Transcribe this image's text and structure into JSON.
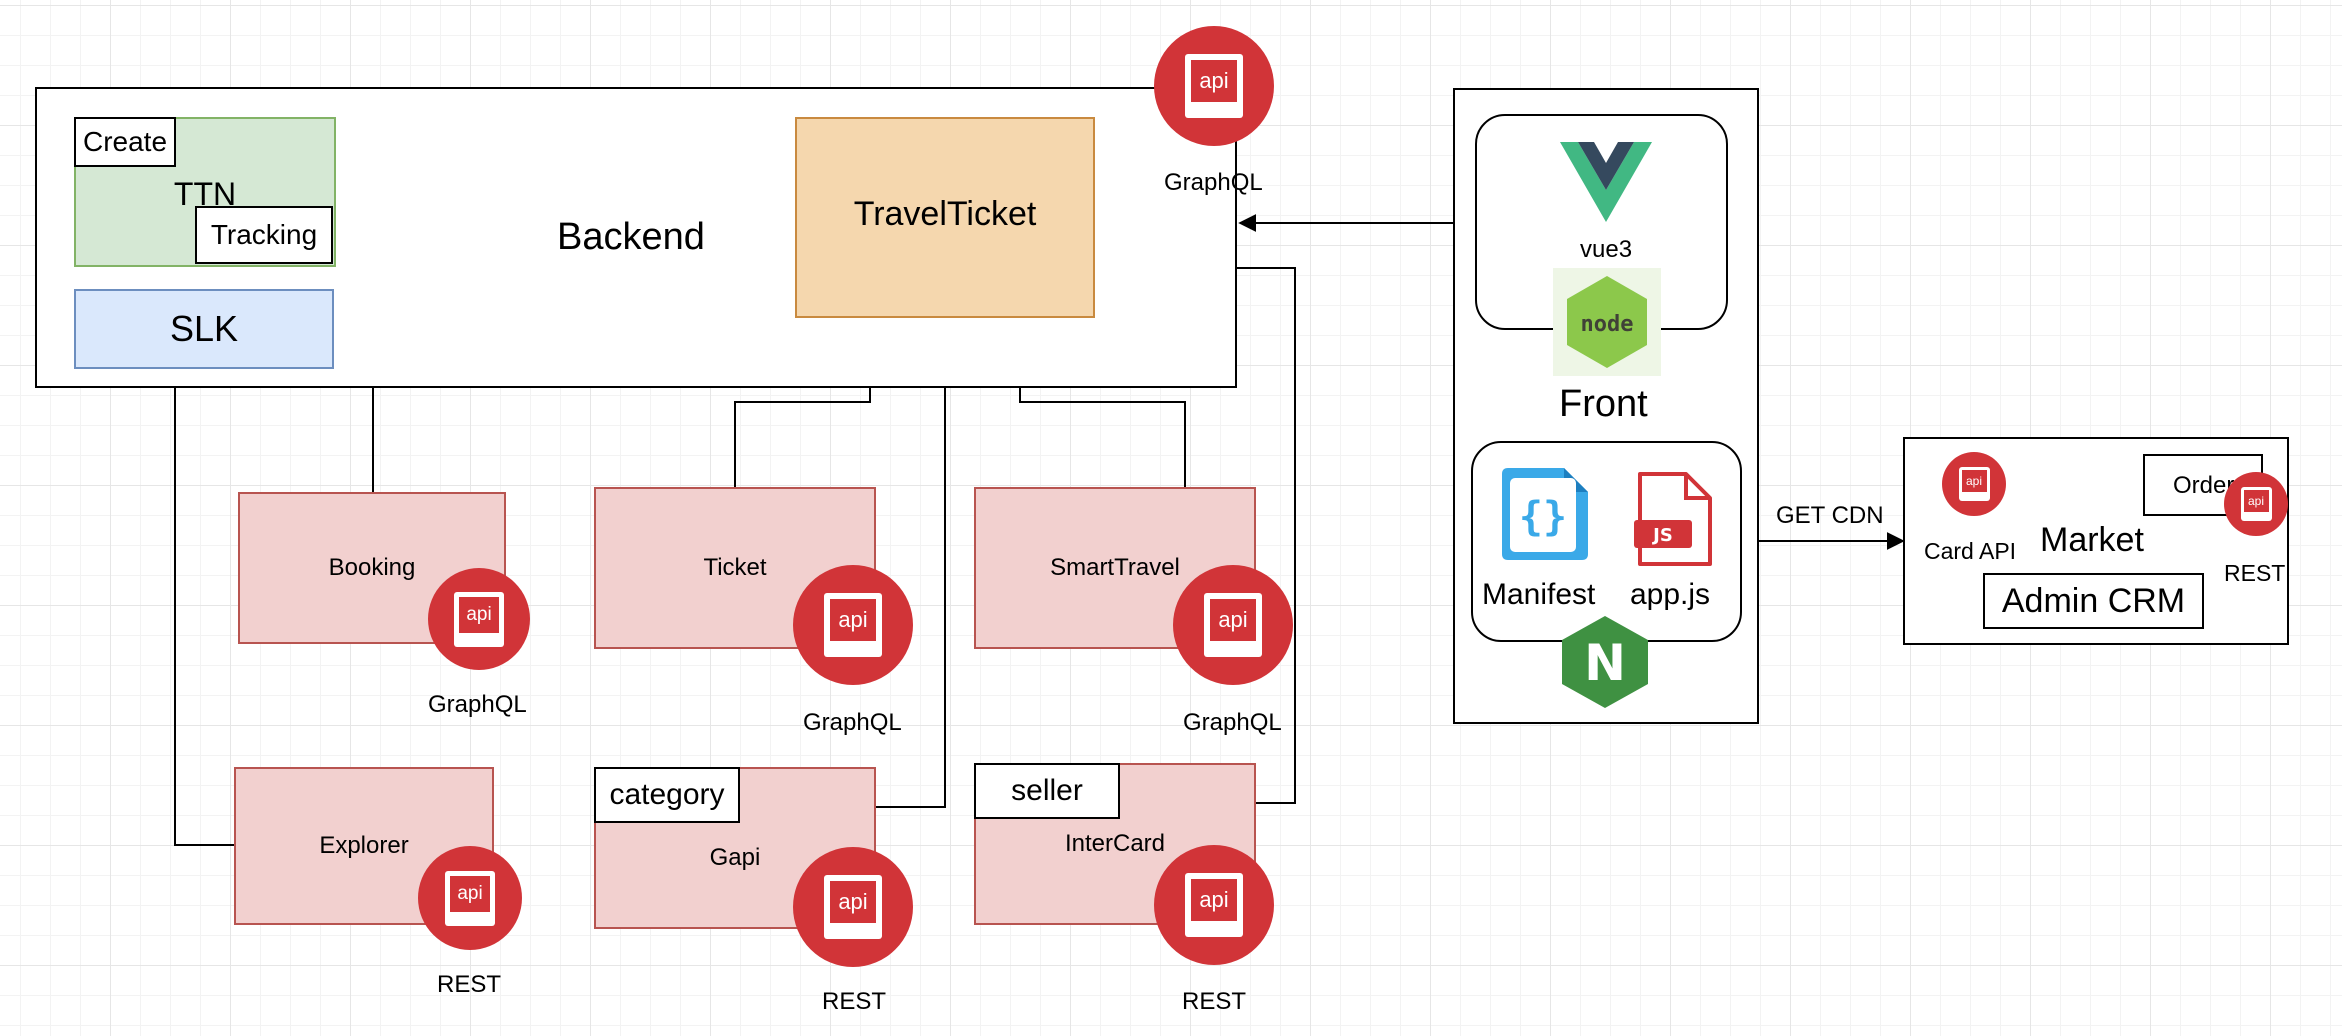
{
  "backend": {
    "title": "Backend",
    "ttn": "TTN",
    "create": "Create",
    "tracking": "Tracking",
    "slk": "SLK",
    "travelticket": "TravelTicket",
    "graphql": "GraphQL"
  },
  "services": {
    "booking": {
      "name": "Booking",
      "protocol": "GraphQL"
    },
    "ticket": {
      "name": "Ticket",
      "protocol": "GraphQL"
    },
    "smarttravel": {
      "name": "SmartTravel",
      "protocol": "GraphQL"
    },
    "explorer": {
      "name": "Explorer",
      "protocol": "REST"
    },
    "gapi": {
      "name": "Gapi",
      "tag": "category",
      "protocol": "REST"
    },
    "intercard": {
      "name": "InterCard",
      "tag": "seller",
      "protocol": "REST"
    }
  },
  "front": {
    "title": "Front",
    "vue": "vue3",
    "node_logo": "node",
    "manifest": "Manifest",
    "appjs": "app.js",
    "js_badge": "JS",
    "manifest_glyph": "{}",
    "nginx_letter": "N"
  },
  "edge": {
    "get_cdn": "GET CDN"
  },
  "market": {
    "title": "Market",
    "card_api": "Card API",
    "order": "Order",
    "rest": "REST",
    "admin_crm": "Admin CRM"
  },
  "api_icon_label": "api",
  "icons": [
    "api-icon",
    "vue-logo-icon",
    "nodejs-logo-icon",
    "json-file-icon",
    "js-file-icon",
    "nginx-logo-icon"
  ],
  "colors": {
    "api_red": "#d13438",
    "service_fill": "#f2d0cf",
    "service_stroke": "#b85450",
    "ttn_fill": "#d5e8d4",
    "ttn_stroke": "#82b366",
    "slk_fill": "#dae8fc",
    "slk_stroke": "#6c8ebf",
    "travelticket_fill": "#f5d7ae",
    "travelticket_stroke": "#c98a3f",
    "vue_green": "#41b883",
    "vue_dark": "#35495e",
    "node_green": "#8cc84b",
    "nginx_green": "#3f9142",
    "json_blue": "#3aa9e8"
  }
}
